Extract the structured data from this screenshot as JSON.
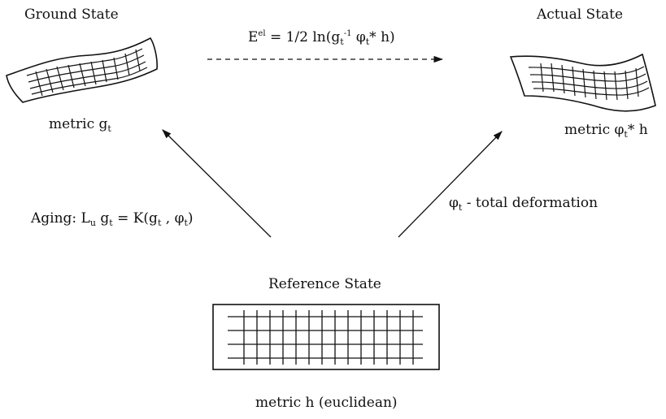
{
  "states": {
    "ground": {
      "title": "Ground State",
      "metric_prefix": "metric g",
      "metric_sub": "t"
    },
    "actual": {
      "title": "Actual State",
      "metric_prefix": "metric φ",
      "metric_sub": "t",
      "metric_suffix": "* h"
    },
    "reference": {
      "title": "Reference State",
      "metric": "metric h (euclidean)"
    }
  },
  "transitions": {
    "elastic": {
      "E": "E",
      "E_sup": "el",
      "eq": " = 1/2 ln(g",
      "g_sub": "t",
      "g_sup": "-1",
      "sp": " φ",
      "phi_sub": "t",
      "tail": "* h)"
    },
    "aging": {
      "prefix": "Aging:  L",
      "L_sub": "u",
      "g": " g",
      "g_sub": "t",
      "mid": " = K(g",
      "g2_sub": "t",
      "comma": " , φ",
      "phi_sub": "t",
      "close": ")"
    },
    "deformation": {
      "phi": "φ",
      "phi_sub": "t",
      "text": " - total deformation"
    }
  }
}
